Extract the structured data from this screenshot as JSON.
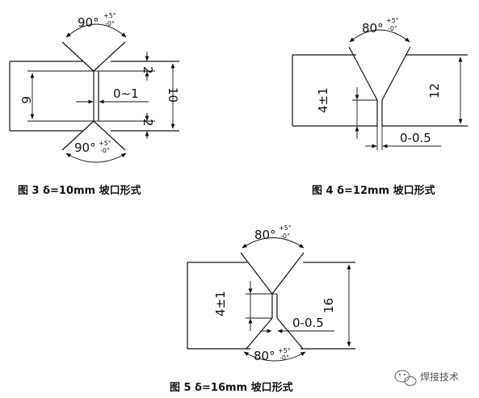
{
  "figures": [
    {
      "id": "fig3",
      "caption": "图 3   δ=10mm  坡口形式",
      "angle_top": "90°",
      "angle_top_tol_plus": "+5°",
      "angle_top_tol_minus": "-0°",
      "angle_bottom": "90°",
      "angle_bottom_tol_plus": "+5°",
      "angle_bottom_tol_minus": "-0°",
      "dim_root_height": "6",
      "dim_gap": "0~1",
      "dim_top_depth": "2",
      "dim_bottom_depth": "2",
      "dim_thickness": "10"
    },
    {
      "id": "fig4",
      "caption": "图 4   δ=12mm  坡口形式",
      "angle_top": "80°",
      "angle_top_tol_plus": "+5°",
      "angle_top_tol_minus": "-0°",
      "dim_root_face": "4±1",
      "dim_gap": "0-0.5",
      "dim_thickness": "12"
    },
    {
      "id": "fig5",
      "caption": "图 5   δ=16mm  坡口形式",
      "angle_top": "80°",
      "angle_top_tol_plus": "+5°",
      "angle_top_tol_minus": "-0°",
      "angle_bottom": "80°",
      "angle_bottom_tol_plus": "+5°",
      "angle_bottom_tol_minus": "-0°",
      "dim_root_face": "4±1",
      "dim_gap": "0-0.5",
      "dim_thickness": "16"
    }
  ],
  "watermark": "焊接技术"
}
